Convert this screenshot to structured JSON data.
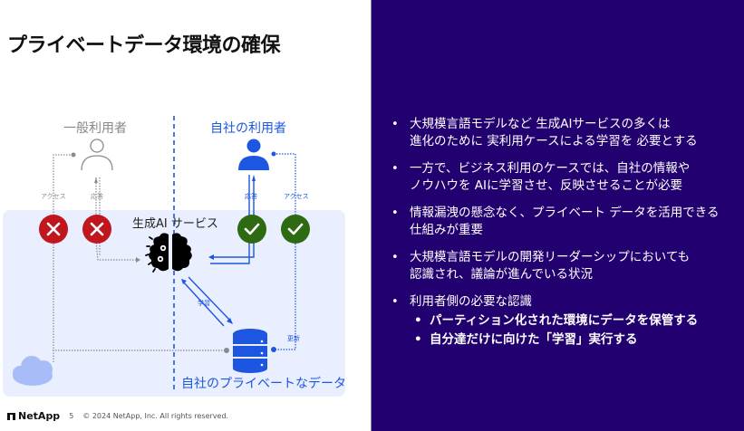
{
  "slide": {
    "title": "プライベートデータ環境の確保",
    "page_number": "5",
    "copyright": "© 2024 NetApp, Inc. All rights reserved.",
    "brand": "NetApp"
  },
  "diagram": {
    "general_user_label": "一般利用者",
    "company_user_label": "自社の利用者",
    "ai_service_label": "生成AI サービス",
    "private_data_label": "自社のプライベートなデータ",
    "general_access_label": "アクセス",
    "general_response_label": "応答",
    "company_response_label": "応答",
    "company_access_label": "アクセス",
    "learning_label": "学習",
    "update_label": "更新",
    "colors": {
      "deny": "#c0161e",
      "allow": "#2e6a12",
      "company_blue": "#1d56e0",
      "gray": "#8b8b8b",
      "panel": "#e9efff",
      "cloud": "#a8bdf7"
    }
  },
  "bullets": [
    {
      "lines": [
        "大規模言語モデルなど 生成AIサービスの多くは",
        "進化のために 実利用ケースによる学習を 必要とする"
      ]
    },
    {
      "lines": [
        "一方で、ビジネス利用のケースでは、自社の情報や",
        "ノウハウを AIに学習させ、反映させることが必要"
      ]
    },
    {
      "lines": [
        "情報漏洩の懸念なく、プライベート データを活用できる",
        "仕組みが重要"
      ]
    },
    {
      "lines": [
        "大規模言語モデルの開発リーダーシップにおいても",
        "認識され、議論が進んでいる状況"
      ]
    },
    {
      "lines": [
        "利用者側の必要な認識"
      ],
      "sub": [
        "パーティション化された環境にデータを保管する",
        "自分達だけに向けた「学習」実行する"
      ]
    }
  ],
  "theme": {
    "right_bg": "#23006f"
  }
}
